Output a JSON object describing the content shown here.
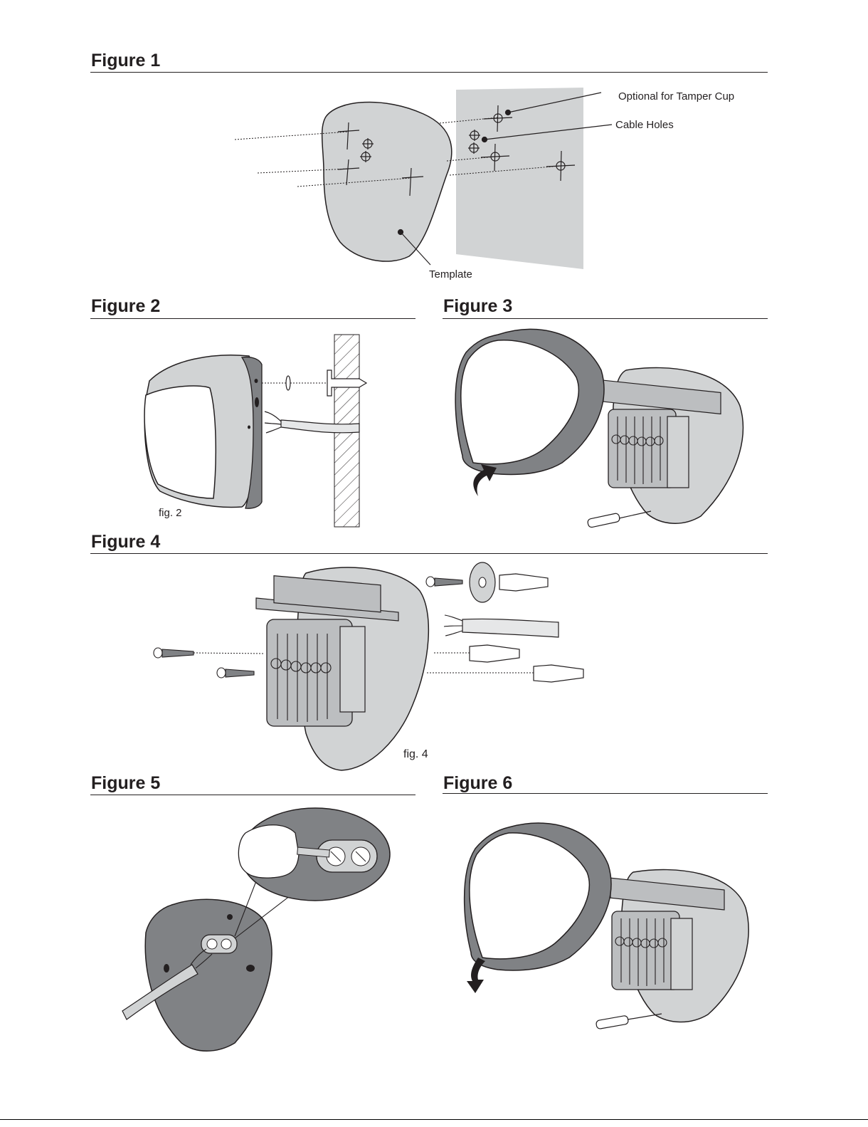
{
  "figures": {
    "f1": {
      "title": "Figure 1",
      "callouts": {
        "tamper": "Optional for Tamper Cup",
        "cable": "Cable Holes",
        "template": "Template"
      }
    },
    "f2": {
      "title": "Figure 2",
      "caption": "fig. 2"
    },
    "f3": {
      "title": "Figure 3"
    },
    "f4": {
      "title": "Figure 4",
      "caption": "fig. 4"
    },
    "f5": {
      "title": "Figure 5"
    },
    "f6": {
      "title": "Figure 6"
    }
  },
  "colors": {
    "ink": "#231f20",
    "wall_grey": "#d1d3d4",
    "device_grey": "#bcbec0",
    "dark_grey": "#808285",
    "white": "#ffffff"
  }
}
